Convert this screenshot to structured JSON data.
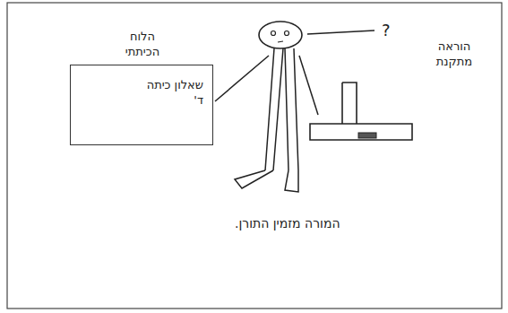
{
  "diagram": {
    "nodes": [
      {
        "text": [
          "הלוח הכיתתי",
          "שאלון כיתה ד'"
        ]
      }
    ],
    "labels": [
      "?",
      "הוראה מתקנת",
      "המורה מזמין התורן."
    ]
  }
}
